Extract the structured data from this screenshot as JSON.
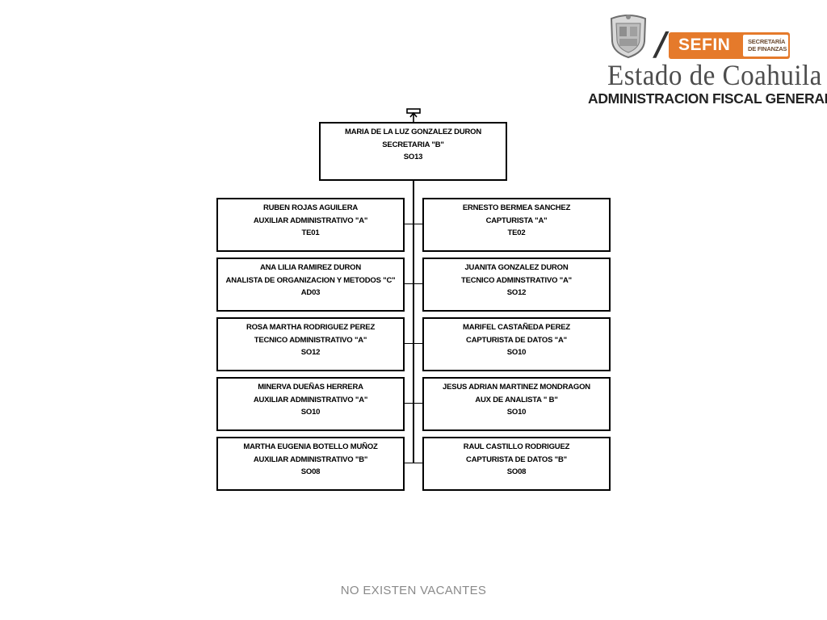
{
  "header": {
    "logo_text": "SEFIN",
    "logo_subtext": "SECRETARÍA DE FINANZAS",
    "state_name": "Estado de Coahuila",
    "agency_name": "ADMINISTRACION FISCAL GENERAL"
  },
  "org_chart": {
    "head": {
      "name": "MARIA DE LA LUZ GONZALEZ DURON",
      "position": "SECRETARIA \"B\"",
      "code": "SO13"
    },
    "left": [
      {
        "name": "RUBEN ROJAS AGUILERA",
        "position": "AUXILIAR ADMINISTRATIVO \"A\"",
        "code": "TE01"
      },
      {
        "name": "ANA LILIA RAMIREZ DURON",
        "position": "ANALISTA DE ORGANIZACION Y METODOS \"C\"",
        "code": "AD03"
      },
      {
        "name": "ROSA MARTHA RODRIGUEZ PEREZ",
        "position": "TECNICO ADMINISTRATIVO \"A\"",
        "code": "SO12"
      },
      {
        "name": "MINERVA DUEÑAS HERRERA",
        "position": "AUXILIAR ADMINISTRATIVO \"A\"",
        "code": "SO10"
      },
      {
        "name": "MARTHA EUGENIA BOTELLO MUÑOZ",
        "position": "AUXILIAR ADMINISTRATIVO \"B\"",
        "code": "SO08"
      }
    ],
    "right": [
      {
        "name": "ERNESTO BERMEA SANCHEZ",
        "position": "CAPTURISTA \"A\"",
        "code": "TE02"
      },
      {
        "name": "JUANITA GONZALEZ DURON",
        "position": "TECNICO ADMINSTRATIVO \"A\"",
        "code": "SO12"
      },
      {
        "name": "MARIFEL CASTAÑEDA PEREZ",
        "position": "CAPTURISTA DE DATOS  \"A\"",
        "code": "SO10"
      },
      {
        "name": "JESUS ADRIAN MARTINEZ MONDRAGON",
        "position": "AUX DE ANALISTA \" B\"",
        "code": "SO10"
      },
      {
        "name": "RAUL CASTILLO RODRIGUEZ",
        "position": "CAPTURISTA DE DATOS  \"B\"",
        "code": "SO08"
      }
    ]
  },
  "footer": {
    "text": "NO EXISTEN VACANTES"
  }
}
